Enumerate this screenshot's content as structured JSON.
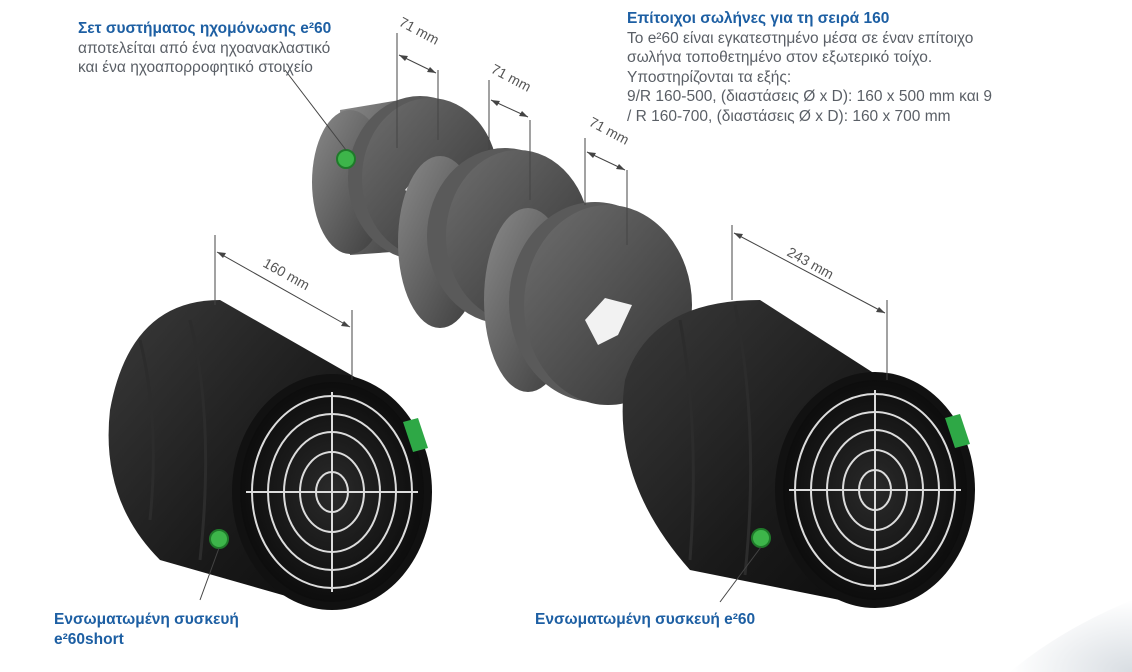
{
  "set_box": {
    "title": "Σετ συστήματος ηχομόνωσης e²60",
    "desc1": "αποτελείται από ένα ηχοανακλαστικό",
    "desc2": "και ένα ηχοαπορροφητικό στοιχείο"
  },
  "pipes_box": {
    "title": "Επίτοιχοι σωλήνες για τη σειρά 160",
    "lines": [
      "Το e²60 είναι εγκατεστημένο μέσα σε έναν επίτοιχο",
      "σωλήνα τοποθετημένο στον εξωτερικό τοίχο.",
      "Υποστηρίζονται τα εξής:",
      "9/R 160-500, (διαστάσεις Ø x D): 160 x 500 mm και 9",
      "/ R 160-700, (διαστάσεις Ø x D): 160 x 700 mm"
    ]
  },
  "dimensions": {
    "disk1": "71 mm",
    "disk2": "71 mm",
    "disk3": "71 mm",
    "short_length": "160 mm",
    "long_length": "243 mm"
  },
  "labels": {
    "short_line1": "Ενσωματωμένη συσκευή",
    "short_line2": "e²60short",
    "long": "Ενσωματωμένη συσκευή e²60"
  },
  "colors": {
    "title_blue": "#1d5fa3",
    "body_gray": "#5a5f66",
    "led_green": "#3db54a"
  }
}
